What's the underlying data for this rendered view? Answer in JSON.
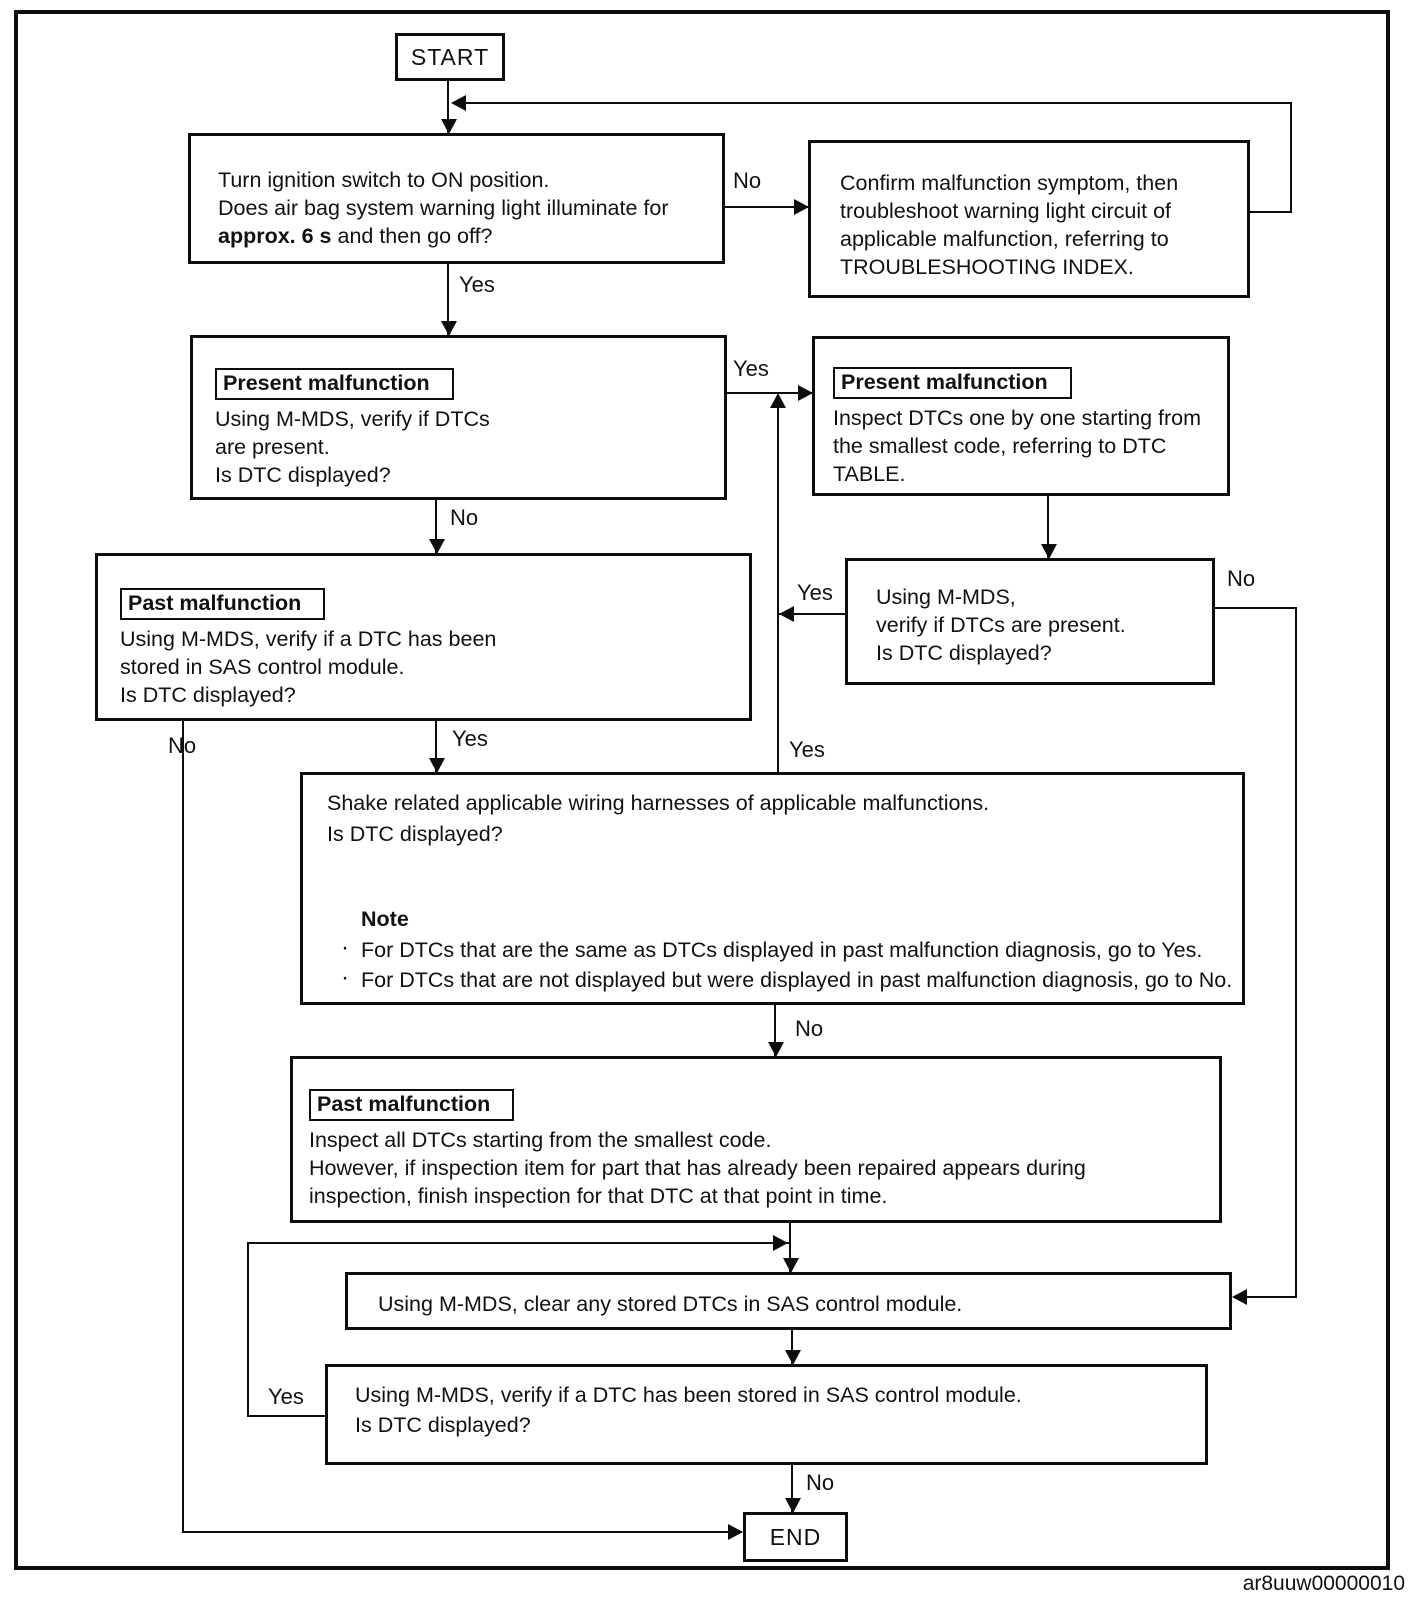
{
  "footer_code": "ar8uuw00000010",
  "edges": {
    "ignition_no": "No",
    "ignition_yes": "Yes",
    "present_yes": "Yes",
    "present_no": "No",
    "dtc_present_yes": "Yes",
    "dtc_present_no": "No",
    "past_yes": "Yes",
    "past_no": "No",
    "shake_up_yes": "Yes",
    "shake_no": "No",
    "stored_yes": "Yes",
    "stored_no": "No"
  },
  "nodes": {
    "start": {
      "label": "START"
    },
    "end": {
      "label": "END"
    },
    "ignition": {
      "l1": "Turn ignition switch to ON position.",
      "l2": "Does air bag system warning light illuminate for",
      "l3_bold": "approx. 6 s",
      "l3_rest": " and then go off?"
    },
    "confirm": {
      "l1": "Confirm malfunction symptom, then",
      "l2": "troubleshoot warning light circuit of",
      "l3": "applicable malfunction, referring to",
      "l4": "TROUBLESHOOTING INDEX."
    },
    "present_verify": {
      "title": "Present malfunction",
      "l1": "Using M-MDS, verify if DTCs",
      "l2": "are present.",
      "l3": "Is DTC displayed?"
    },
    "present_inspect": {
      "title": "Present malfunction",
      "l1": "Inspect DTCs one by one starting from",
      "l2": "the smallest code, referring to DTC",
      "l3": "TABLE."
    },
    "past_verify": {
      "title": "Past malfunction",
      "l1": "Using M-MDS, verify if a DTC has been",
      "l2": "stored in SAS control module.",
      "l3": "Is DTC displayed?"
    },
    "dtc_present": {
      "l1": "Using M-MDS,",
      "l2": "verify if DTCs are present.",
      "l3": "Is DTC displayed?"
    },
    "shake": {
      "l1": "Shake related applicable wiring harnesses of applicable malfunctions.",
      "l2": "Is DTC displayed?",
      "note_title": "Note",
      "bullet": "·",
      "n1": "For DTCs that are the same as DTCs displayed in past malfunction diagnosis, go to Yes.",
      "n2": "For DTCs that are not displayed but were displayed in past malfunction diagnosis, go to No."
    },
    "past_inspect": {
      "title": "Past malfunction",
      "l1": "Inspect all DTCs starting from the smallest code.",
      "l2": "However, if inspection item for part that has already been repaired appears during",
      "l3": "inspection, finish inspection for that DTC at that point in time."
    },
    "clear": {
      "l1": "Using M-MDS, clear any stored DTCs in SAS control module."
    },
    "stored_verify": {
      "l1": "Using M-MDS, verify if a DTC has been stored in SAS control module.",
      "l2": "Is DTC displayed?"
    }
  }
}
